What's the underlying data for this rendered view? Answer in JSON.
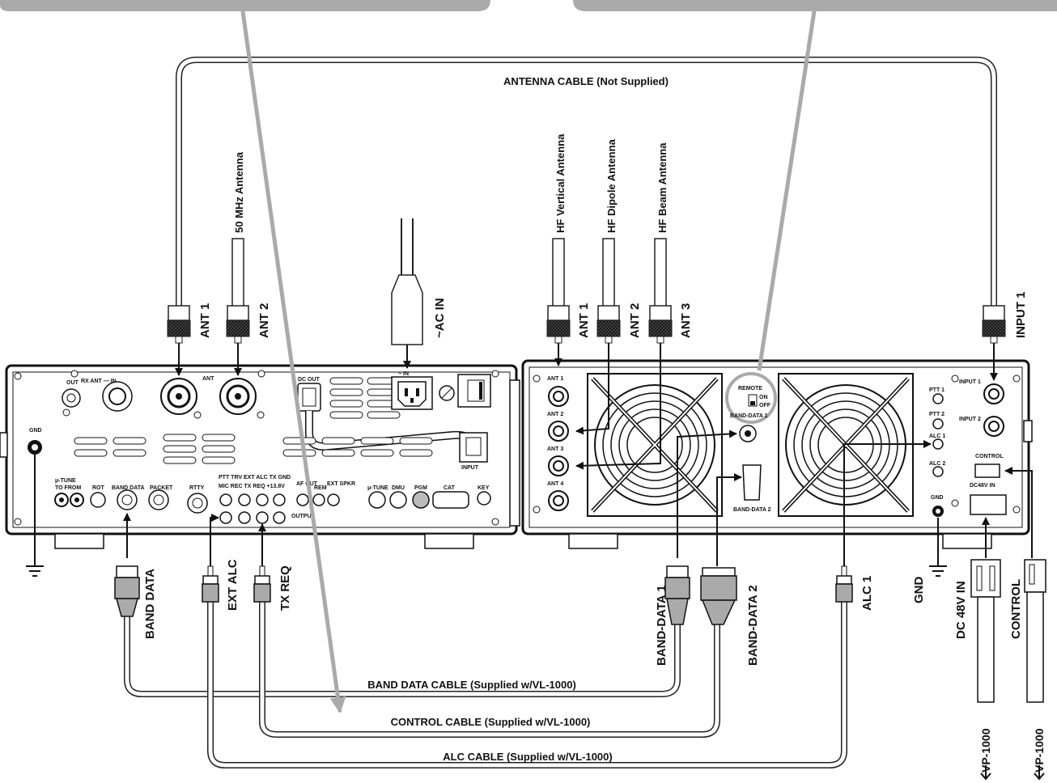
{
  "antenna_cable": "ANTENNA CABLE (Not Supplied)",
  "band_data_cable": "BAND DATA CABLE (Supplied w/VL-1000)",
  "control_cable": "CONTROL CABLE (Supplied w/VL-1000)",
  "alc_cable": "ALC CABLE (Supplied w/VL-1000)",
  "antennas": {
    "a50": "50 MHz Antenna",
    "hf_vertical": "HF Vertical Antenna",
    "hf_dipole": "HF Dipole Antenna",
    "hf_beam": "HF Beam Antenna"
  },
  "connectors": {
    "xcvr_ant1": "ANT 1",
    "xcvr_ant2": "ANT 2",
    "ac_in": "~AC IN",
    "amp_ant1": "ANT  1",
    "amp_ant2": "ANT  2",
    "amp_ant3": "ANT  3",
    "input1": "INPUT  1"
  },
  "bottom_labels": {
    "band_data": "BAND DATA",
    "ext_alc": "EXT ALC",
    "tx_req": "TX REQ",
    "band_data1": "BAND-DATA 1",
    "band_data2": "BAND-DATA 2",
    "alc1": "ALC 1",
    "gnd": "GND",
    "dc48": "DC 48V IN",
    "control": "CONTROL",
    "vp1": "VP-1000",
    "vp2": "VP-1000"
  },
  "xcvr_panel": {
    "out": "OUT",
    "rx_ant_in": "RX ANT — IN",
    "ant": "ANT",
    "dc_out": "DC OUT",
    "ac_in_mark": "~    IN",
    "gnd": "GND",
    "mu_tune": "μ-TUNE",
    "to_from": "TO  FROM",
    "rot": "ROT",
    "band_data": "BAND DATA",
    "packet": "PACKET",
    "rtty": "RTTY",
    "ptt_trv": "PTT   TRV  EXT ALC  TX GND",
    "mic_rec": "MIC   REC  TX REQ  +13.8V",
    "af_out": "AF OUT",
    "rem": "REM",
    "ext_spkr": "EXT SPKR",
    "mu_tune2": "μ-TUNE",
    "dmu": "DMU",
    "pgm": "PGM",
    "cat": "CAT",
    "key": "KEY",
    "input_dc": "INPUT",
    "output": "OUTPUT"
  },
  "amp_panel": {
    "ant1": "ANT 1",
    "ant2": "ANT 2",
    "ant3": "ANT 3",
    "ant4": "ANT 4",
    "remote": "REMOTE",
    "on": "ON",
    "off": "OFF",
    "band_data1": "BAND-DATA 1",
    "band_data2": "BAND-DATA 2",
    "ptt1": "PTT 1",
    "ptt2": "PTT 2",
    "alc1": "ALC 1",
    "alc2": "ALC 2",
    "gnd": "GND",
    "input1": "INPUT 1",
    "input2": "INPUT 2",
    "control": "CONTROL",
    "dc48v_in": "DC48V  IN"
  }
}
